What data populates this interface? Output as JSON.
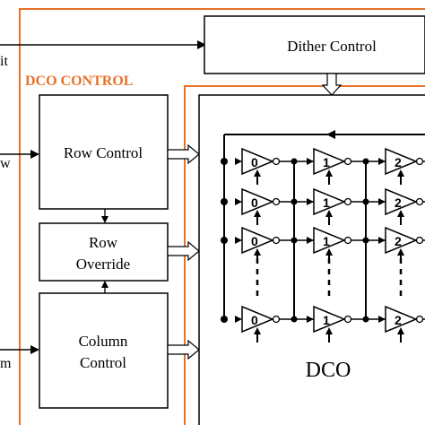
{
  "diagram": {
    "dither_control": "Dither Control",
    "dco_control": "DCO CONTROL",
    "row_control": "Row Control",
    "row_override_line1": "Row",
    "row_override_line2": "Override",
    "column_control_line1": "Column",
    "column_control_line2": "Control",
    "dco": "DCO",
    "input_top_fragment": "it",
    "input_row_fragment": "w",
    "input_col_fragment": "m",
    "inverter_rows": [
      [
        "0",
        "1",
        "2"
      ],
      [
        "0",
        "1",
        "2"
      ],
      [
        "0",
        "1",
        "2"
      ],
      [
        "0",
        "1",
        "2"
      ]
    ],
    "colors": {
      "stroke": "#000000",
      "control_frame": "#e8722a"
    }
  }
}
